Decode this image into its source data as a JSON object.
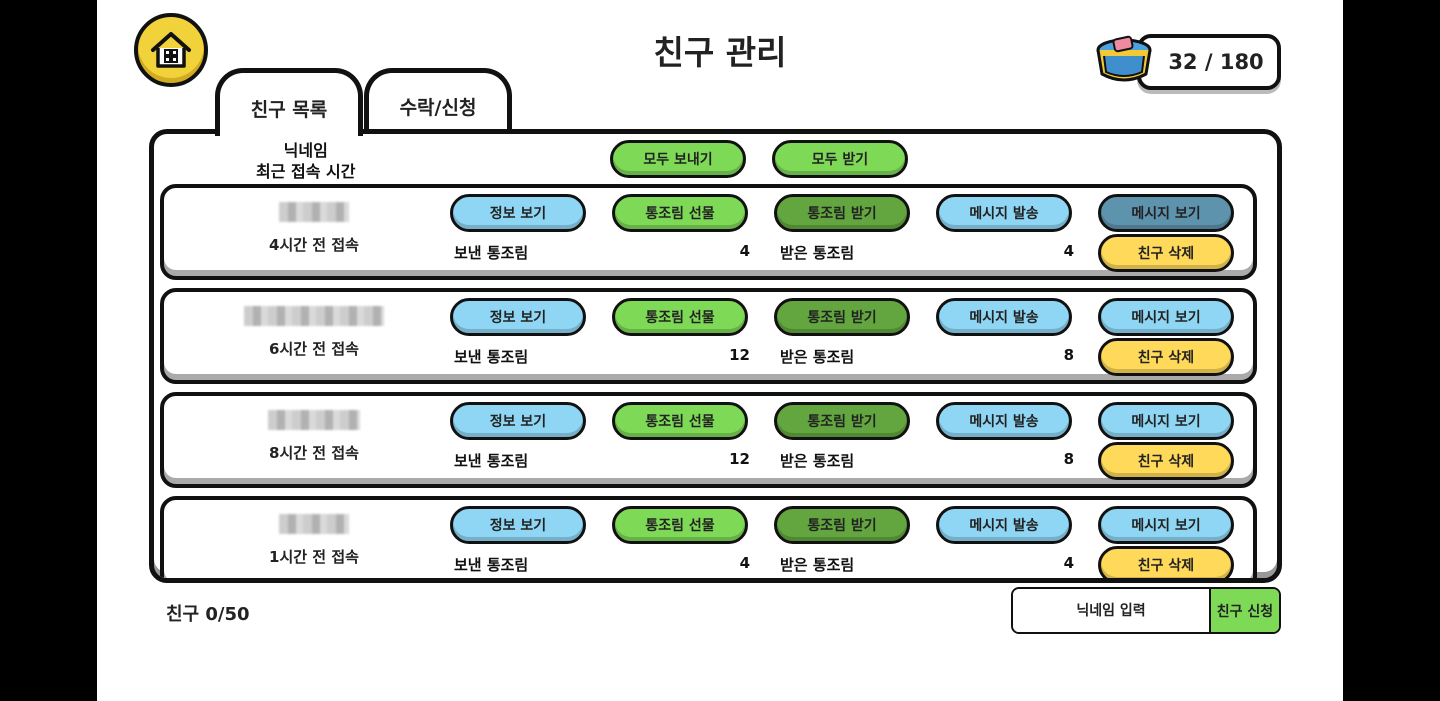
{
  "title": "친구 관리",
  "food_counter": {
    "text": "32 / 180",
    "icon": "food-can-icon"
  },
  "tabs": [
    {
      "label": "친구 목록",
      "active": true
    },
    {
      "label": "수락/신청",
      "active": false
    }
  ],
  "header": {
    "nickname_label": "닉네임",
    "last_login_label": "최근 접속 시간",
    "send_all": "모두 보내기",
    "receive_all": "모두 받기"
  },
  "buttons": {
    "info": "정보 보기",
    "gift": "통조림 선물",
    "receive": "통조림 받기",
    "send_message": "메시지 발송",
    "view_message": "메시지 보기",
    "delete": "친구 삭제"
  },
  "labels": {
    "sent": "보낸 통조림",
    "received": "받은 통조림"
  },
  "friends": [
    {
      "last_login": "4시간 전 접속",
      "sent": "4",
      "received": "4"
    },
    {
      "last_login": "6시간 전 접속",
      "sent": "12",
      "received": "8"
    },
    {
      "last_login": "8시간 전 접속",
      "sent": "12",
      "received": "8"
    },
    {
      "last_login": "1시간 전 접속",
      "sent": "4",
      "received": "4"
    }
  ],
  "friend_count": "친구 0/50",
  "request": {
    "placeholder": "닉네임 입력",
    "button": "친구 신청"
  },
  "colors": {
    "green": "#7ed957",
    "dark_green": "#63a63f",
    "blue": "#8fd6f5",
    "steel": "#5e93ad",
    "yellow": "#ffd95a"
  }
}
